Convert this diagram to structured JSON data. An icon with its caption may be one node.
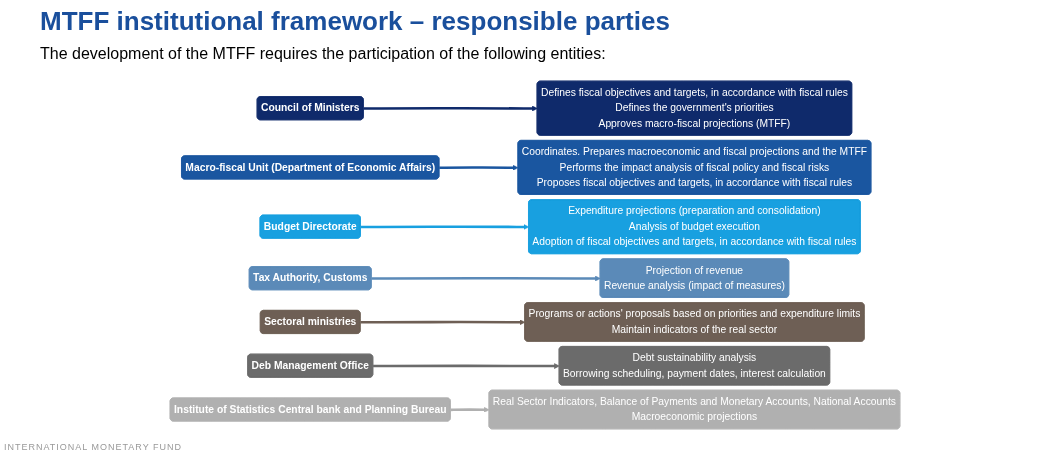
{
  "diagram": {
    "title": "MTFF institutional framework – responsible parties",
    "nodes": [
      {
        "text": [
          "Council of Ministers"
        ]
      },
      {
        "text": [
          "Defines fiscal objectives and targets, in accordance with fiscal rules",
          "Defines the government's priorities",
          "Approves macro-fiscal projections (MTFF)"
        ]
      },
      {
        "text": [
          "Macro-fiscal Unit (Department of Economic Affairs)"
        ]
      },
      {
        "text": [
          "Coordinates. Prepares macroeconomic and fiscal projections and the MTFF",
          "Performs the impact analysis of fiscal policy and fiscal risks",
          "Proposes fiscal objectives and targets, in accordance with fiscal rules"
        ]
      },
      {
        "text": [
          "Budget Directorate"
        ]
      },
      {
        "text": [
          "Expenditure projections (preparation and consolidation)",
          "Analysis of budget execution",
          "Adoption of fiscal objectives and targets, in accordance with fiscal rules"
        ]
      },
      {
        "text": [
          "Tax Authority, Customs"
        ]
      },
      {
        "text": [
          "Projection of revenue",
          "Revenue analysis (impact of measures)"
        ]
      },
      {
        "text": [
          "Sectoral ministries"
        ]
      },
      {
        "text": [
          "Programs or actions' proposals based on priorities and expenditure limits",
          "Maintain indicators of the real sector"
        ]
      },
      {
        "text": [
          "Deb Management Office"
        ]
      },
      {
        "text": [
          "Debt sustainability analysis",
          "Borrowing scheduling, payment dates, interest calculation"
        ]
      },
      {
        "text": [
          "Institute of Statistics Central bank and Planning Bureau"
        ]
      },
      {
        "text": [
          "Real Sector Indicators, Balance of Payments and Monetary Accounts, National Accounts",
          "Macroeconomic projections"
        ]
      }
    ],
    "edges": [
      {
        "from": 0,
        "to": 1,
        "arrow": "to",
        "color": "#0f2a6b"
      },
      {
        "from": 2,
        "to": 3,
        "arrow": "to",
        "color": "#1a56a0"
      },
      {
        "from": 4,
        "to": 5,
        "arrow": "to",
        "color": "#18a0e0"
      },
      {
        "from": 6,
        "to": 7,
        "arrow": "to",
        "color": "#5b8ab8"
      },
      {
        "from": 8,
        "to": 9,
        "arrow": "to",
        "color": "#6e5f55"
      },
      {
        "from": 10,
        "to": 11,
        "arrow": "to",
        "color": "#6b6b6b"
      },
      {
        "from": 12,
        "to": 13,
        "arrow": "to",
        "color": "#b0b0b0"
      }
    ],
    "labels": [
      "The development of the MTFF requires the participation of the following entities:",
      "INTERNATIONAL MONETARY FUND"
    ]
  }
}
